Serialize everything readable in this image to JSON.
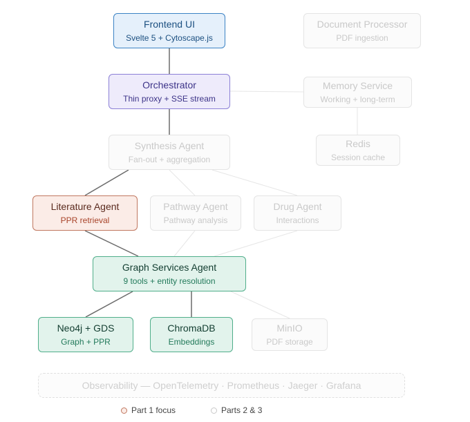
{
  "nodes": {
    "frontend": {
      "title": "Frontend UI",
      "subtitle": "Svelte 5 + Cytoscape.js"
    },
    "docproc": {
      "title": "Document Processor",
      "subtitle": "PDF ingestion"
    },
    "orchestrator": {
      "title": "Orchestrator",
      "subtitle": "Thin proxy + SSE stream"
    },
    "memory": {
      "title": "Memory Service",
      "subtitle": "Working + long-term"
    },
    "synthesis": {
      "title": "Synthesis Agent",
      "subtitle": "Fan-out + aggregation"
    },
    "redis": {
      "title": "Redis",
      "subtitle": "Session cache"
    },
    "literature": {
      "title": "Literature Agent",
      "subtitle": "PPR retrieval"
    },
    "pathway": {
      "title": "Pathway Agent",
      "subtitle": "Pathway analysis"
    },
    "drug": {
      "title": "Drug Agent",
      "subtitle": "Interactions"
    },
    "graph": {
      "title": "Graph Services Agent",
      "subtitle": "9 tools + entity resolution"
    },
    "neo4j": {
      "title": "Neo4j + GDS",
      "subtitle": "Graph + PPR"
    },
    "chroma": {
      "title": "ChromaDB",
      "subtitle": "Embeddings"
    },
    "minio": {
      "title": "MinIO",
      "subtitle": "PDF storage"
    }
  },
  "observability": "Observability — OpenTelemetry · Prometheus · Jaeger · Grafana",
  "legend": {
    "part1": "Part 1 focus",
    "parts23": "Parts 2 & 3"
  },
  "colors": {
    "focus_edge": "#6b6b6b",
    "dim_edge": "#e6e6e6",
    "legend_focus": "#c0775f",
    "legend_other": "#c8c8c8"
  },
  "edges": [
    {
      "from": "frontend",
      "to": "orchestrator",
      "focus": true
    },
    {
      "from": "orchestrator",
      "to": "synthesis",
      "focus": true
    },
    {
      "from": "orchestrator",
      "to": "memory",
      "focus": false
    },
    {
      "from": "memory",
      "to": "redis",
      "focus": false
    },
    {
      "from": "synthesis",
      "to": "literature",
      "focus": true
    },
    {
      "from": "synthesis",
      "to": "pathway",
      "focus": false
    },
    {
      "from": "synthesis",
      "to": "drug",
      "focus": false
    },
    {
      "from": "literature",
      "to": "graph",
      "focus": true
    },
    {
      "from": "pathway",
      "to": "graph",
      "focus": false
    },
    {
      "from": "drug",
      "to": "graph",
      "focus": false
    },
    {
      "from": "graph",
      "to": "neo4j",
      "focus": true
    },
    {
      "from": "graph",
      "to": "chroma",
      "focus": true
    },
    {
      "from": "graph",
      "to": "minio",
      "focus": false
    }
  ]
}
